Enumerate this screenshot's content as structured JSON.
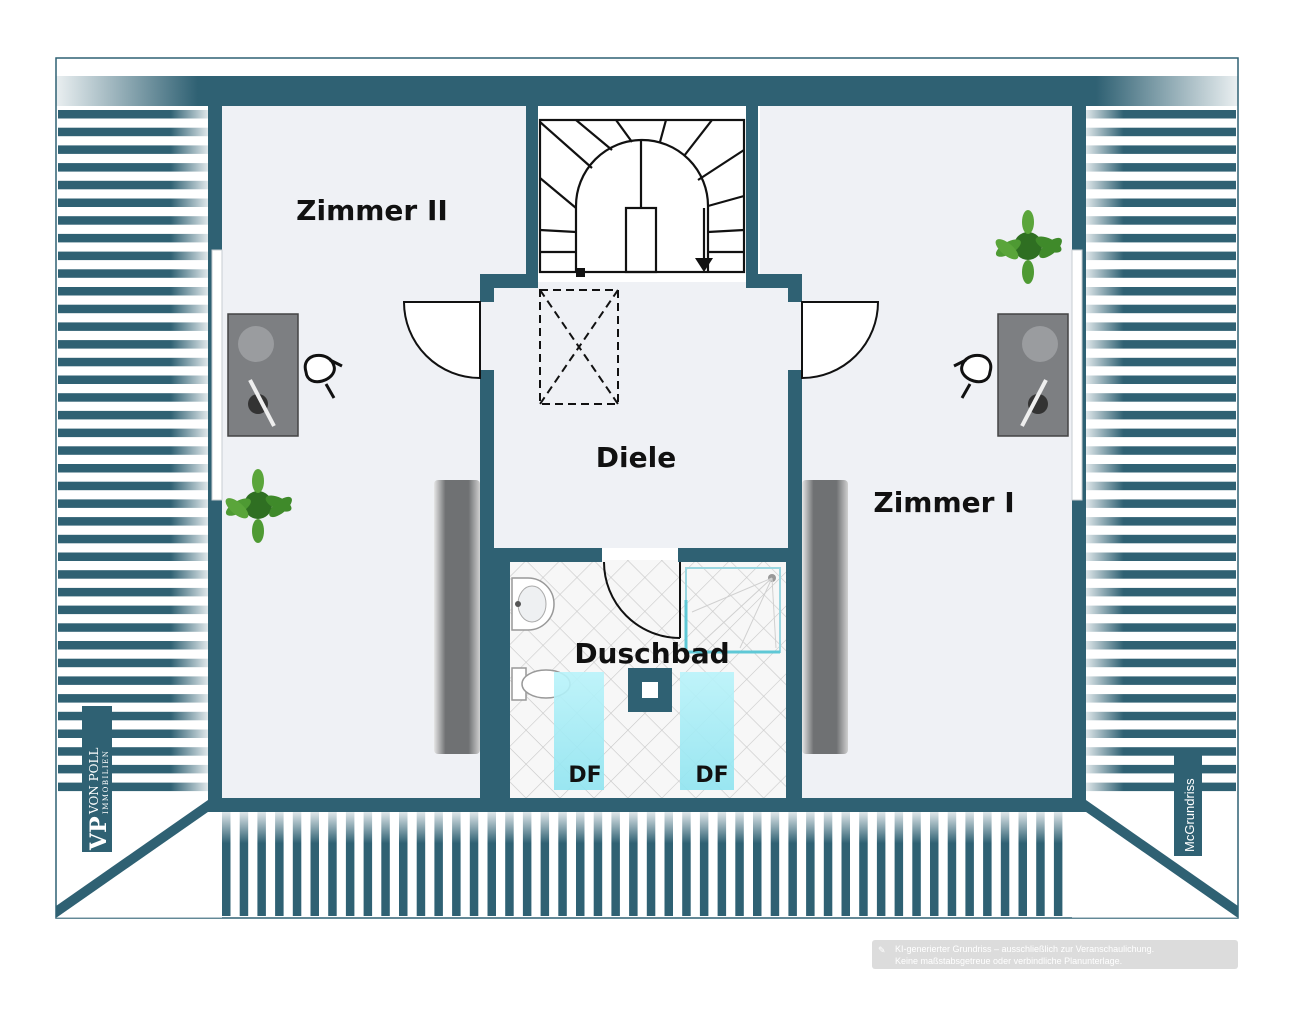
{
  "rooms": {
    "zimmer_ii": "Zimmer II",
    "zimmer_i": "Zimmer I",
    "diele": "Diele",
    "duschbad": "Duschbad"
  },
  "skylights": {
    "left": "DF",
    "right": "DF"
  },
  "branding": {
    "logo_initials": "VP",
    "logo_name": "VON POLL",
    "logo_sub": "IMMOBILIEN",
    "side_credit": "McGrundriss"
  },
  "disclaimer": {
    "line1": "KI-generierter Grundriss – ausschließlich zur Veranschaulichung.",
    "line2": "Keine maßstabsgetreue oder verbindliche Planunterlage."
  },
  "colors": {
    "wall": "#2f6173",
    "floor": "#eff1f5",
    "roof_bar": "#2f6173",
    "desk": "#7d7f82",
    "plant": "#3f8a2a",
    "skylight": "#a8eef6"
  }
}
